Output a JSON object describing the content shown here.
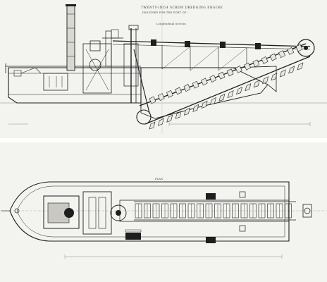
{
  "drawing": {
    "title": "TWENTY-INCH SCREW DREDGING ENGINE",
    "subtitle": "DESIGNED FOR THE PORT OF ...",
    "scale_note": "Longitudinal Section",
    "corner_left_top": "",
    "corner_right_top": "",
    "plan_label": "PLAN",
    "maker_note": ""
  },
  "colors": {
    "paper": "#f3f3ef",
    "ink": "#1e1e1e",
    "light_ink": "#6a6a6a"
  }
}
